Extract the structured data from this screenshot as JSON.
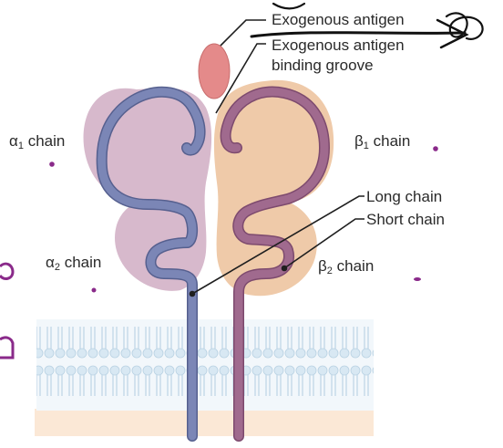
{
  "labels": {
    "exogenous_antigen": "Exogenous antigen",
    "binding_groove_line1": "Exogenous antigen",
    "binding_groove_line2": "binding groove",
    "alpha1": {
      "greek": "α",
      "sub": "1",
      "text": "chain"
    },
    "alpha2": {
      "greek": "α",
      "sub": "2",
      "text": "chain"
    },
    "beta1": {
      "greek": "β",
      "sub": "1",
      "text": "chain"
    },
    "beta2": {
      "greek": "β",
      "sub": "2",
      "text": "chain"
    },
    "long_chain": "Long chain",
    "short_chain": "Short chain"
  },
  "colors": {
    "alpha_domain": "#d7b9cc",
    "beta_domain": "#efcaa9",
    "alpha_chain": "#7b86b6",
    "beta_chain": "#a06a8e",
    "antigen": "#e48a8a",
    "membrane_head": "#dcecf6",
    "membrane_tail": "#eef5fa",
    "cytoplasm": "#fbe8d6",
    "annotation_ink": "#8a2a8a"
  }
}
